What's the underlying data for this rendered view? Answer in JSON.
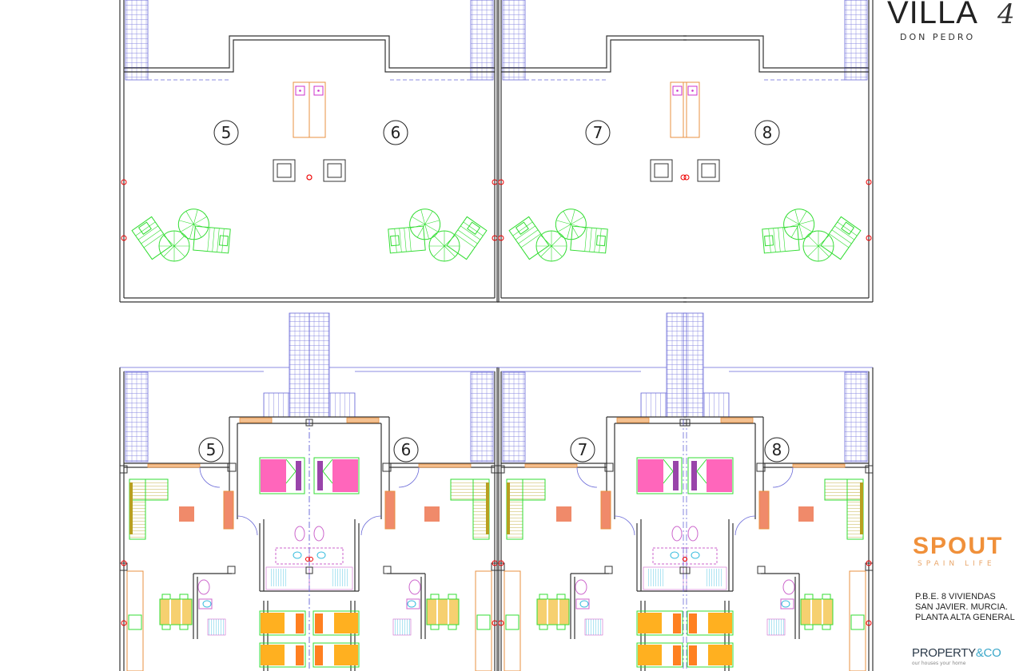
{
  "branding": {
    "villa_logo": {
      "word": "VILLA",
      "number": "4",
      "subtitle": "DON PEDRO"
    },
    "spout_logo": {
      "word": "SPOUT",
      "subtitle": "SPAIN LIFE",
      "color": "#f0903a"
    },
    "property_logo": {
      "word": "PROPERTY",
      "amp": "&CO",
      "tagline": "our houses your home",
      "color": "#2b3a4a",
      "accent": "#3aa7c9"
    }
  },
  "project_info": {
    "line1": "P.B.E. 8 VIVIENDAS",
    "line2": "SAN JAVIER. MURCIA.",
    "line3": "PLANTA ALTA GENERAL"
  },
  "roof_plan": {
    "unit_labels": [
      "5",
      "6",
      "7",
      "8"
    ]
  },
  "floor_plan": {
    "unit_labels": [
      "5",
      "6",
      "7",
      "8"
    ]
  },
  "colors": {
    "walls": "#333333",
    "stairs": "#6a6ad8",
    "furniture_green": "#33dd33",
    "bed_pink": "#ff66bb",
    "bed_orange": "#ffb020",
    "table_coral": "#f08a6a",
    "sofa_yellow": "#e8d860",
    "windows_orange": "#e89040",
    "sanitary_magenta": "#cc66cc",
    "shower_cyan": "#33bbdd"
  }
}
